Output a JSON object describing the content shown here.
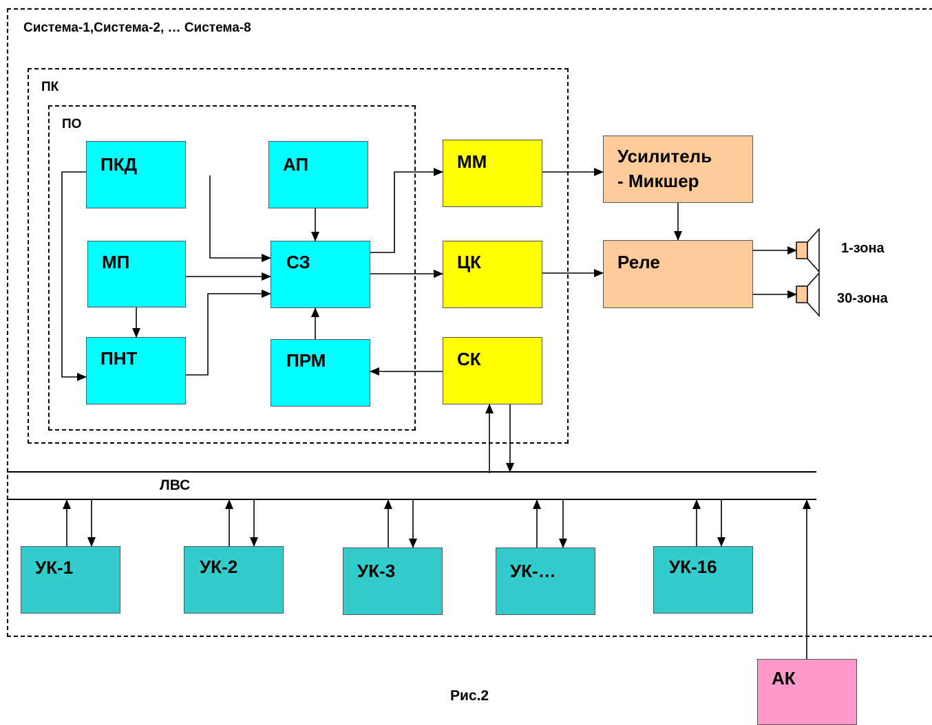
{
  "frames": {
    "system_title": "Система-1,Система-2, … Система-8",
    "pk_label": "ПК",
    "po_label": "ПО"
  },
  "blocks": {
    "pkd": "ПКД",
    "ap": "АП",
    "mp": "МП",
    "sz": "СЗ",
    "pnt": "ПНТ",
    "prm": "ПРМ",
    "mm": "ММ",
    "ck": "ЦК",
    "sk": "СК",
    "amp_line1": "Усилитель",
    "amp_line2": "- Микшер",
    "relay": "Реле",
    "uk1": "УК-1",
    "uk2": "УК-2",
    "uk3": "УК-3",
    "ukn": "УК-…",
    "uk16": "УК-16",
    "ak": "АК"
  },
  "network": {
    "label": "ЛВС"
  },
  "zones": {
    "first": "1-зона",
    "last": "30-зона"
  },
  "caption": "Рис.2",
  "colors": {
    "po_blocks": "#00ffff",
    "uk_blocks": "#33cccc",
    "pk_blocks": "#ffff00",
    "audio_blocks": "#ffcc99",
    "ak_block": "#ff99cc"
  }
}
